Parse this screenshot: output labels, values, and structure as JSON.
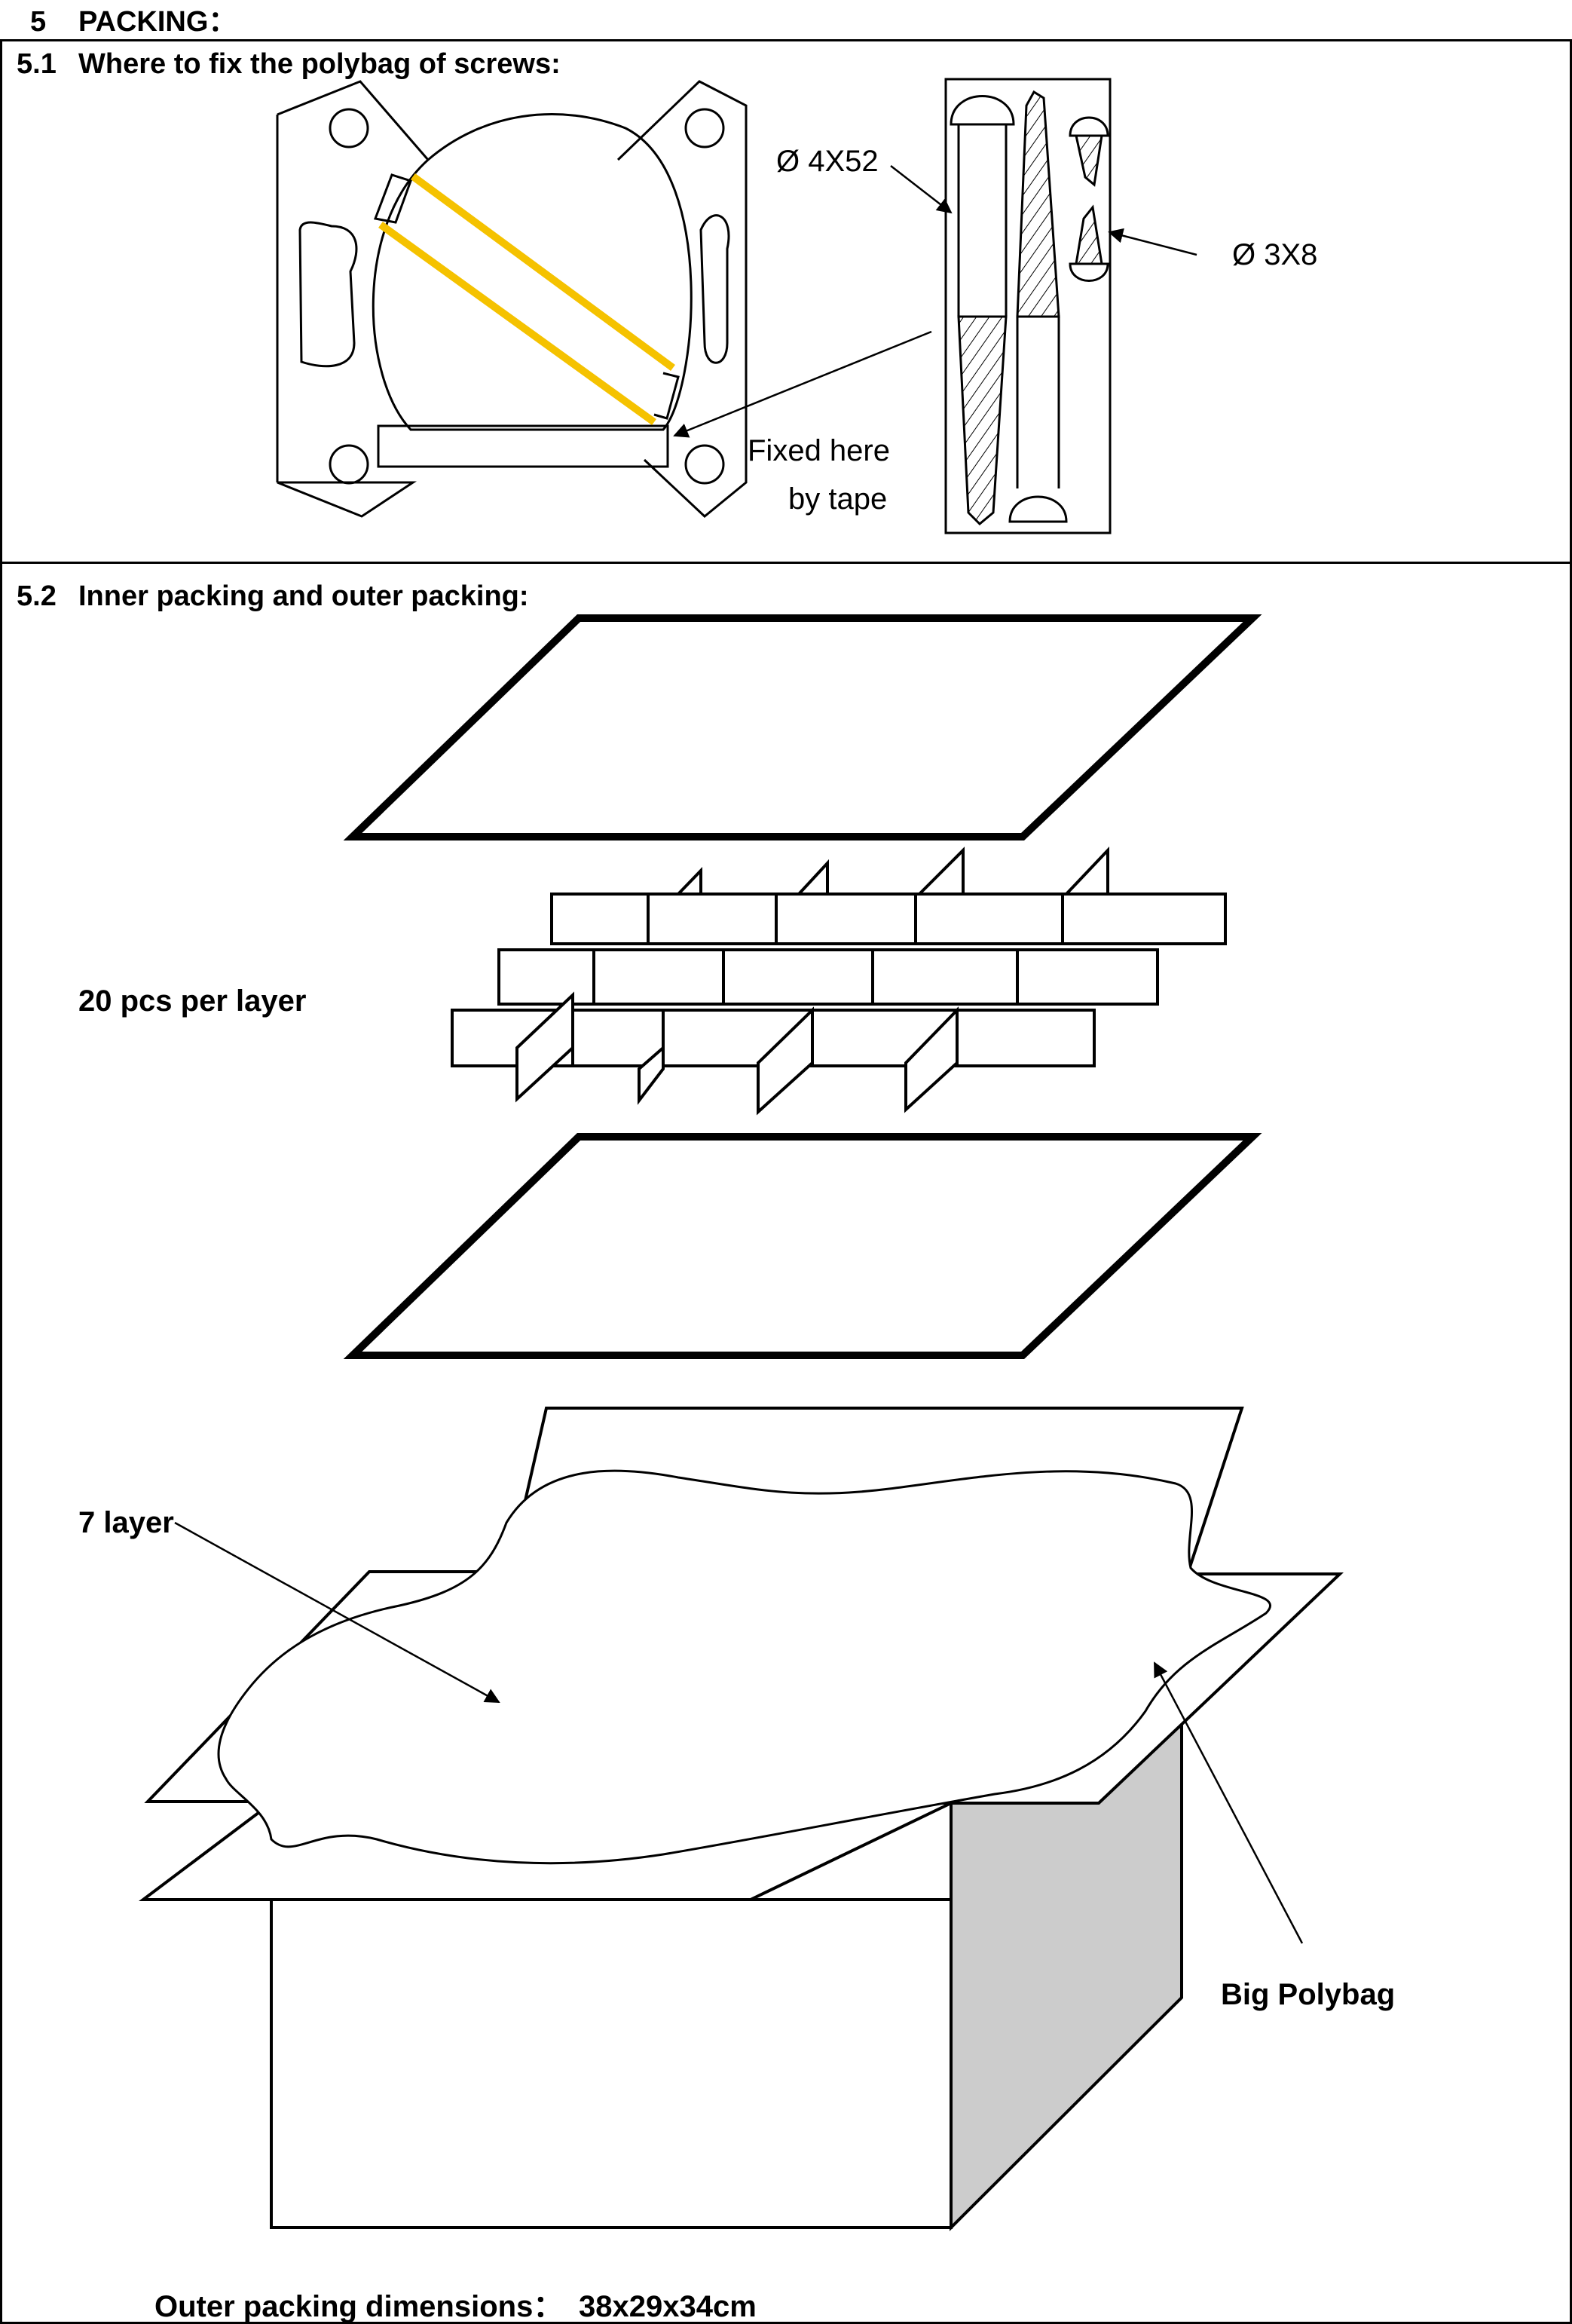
{
  "section": {
    "number": "5",
    "title": "PACKING："
  },
  "sub1": {
    "number": "5.1",
    "title": "Where to fix the polybag of screws:",
    "screw_large": "Ø 4X52",
    "screw_small": "Ø 3X8",
    "note_line1": "Fixed here",
    "note_line2": "by tape"
  },
  "sub2": {
    "number": "5.2",
    "title": "Inner packing and outer packing:",
    "per_layer": "20 pcs per layer",
    "layers": "7 layer",
    "polybag": "Big Polybag",
    "outer_dims_label": "Outer packing dimensions：",
    "outer_dims_value": "38x29x34cm"
  },
  "colors": {
    "tape": "#F5C200",
    "box_side": "#CCCCCC"
  }
}
